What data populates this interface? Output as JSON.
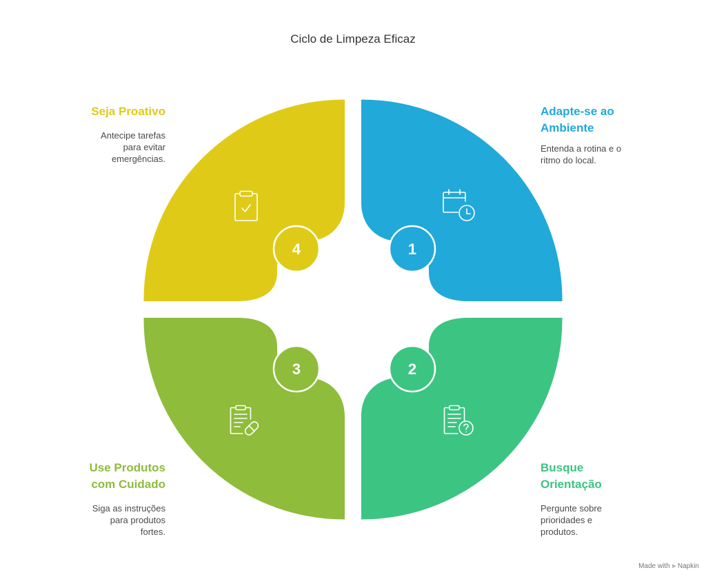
{
  "title": "Ciclo de Limpeza Eficaz",
  "steps": [
    {
      "number": "1",
      "heading": "Adapte-se ao Ambiente",
      "heading_lines": [
        "Adapte-se ao",
        "Ambiente"
      ],
      "description": "Entenda a rotina e o ritmo do local.",
      "description_lines": [
        "Entenda a rotina e o",
        "ritmo do local."
      ],
      "icon": "calendar-clock-icon",
      "color": "#21A9D9"
    },
    {
      "number": "2",
      "heading": "Busque Orientação",
      "heading_lines": [
        "Busque",
        "Orientação"
      ],
      "description": "Pergunte sobre prioridades e produtos.",
      "description_lines": [
        "Pergunte sobre",
        "prioridades e",
        "produtos."
      ],
      "icon": "clipboard-question-icon",
      "color": "#3CC483"
    },
    {
      "number": "3",
      "heading": "Use Produtos com Cuidado",
      "heading_lines": [
        "Use Produtos",
        "com Cuidado"
      ],
      "description": "Siga as instruções para produtos fortes.",
      "description_lines": [
        "Siga as instruções",
        "para produtos",
        "fortes."
      ],
      "icon": "clipboard-pill-icon",
      "color": "#8FBC3B"
    },
    {
      "number": "4",
      "heading": "Seja Proativo",
      "heading_lines": [
        "Seja Proativo"
      ],
      "description": "Antecipe tarefas para evitar emergências.",
      "description_lines": [
        "Antecipe tarefas",
        "para evitar",
        "emergências."
      ],
      "icon": "clipboard-check-icon",
      "color": "#DFCB17"
    }
  ],
  "footer": {
    "prefix": "Made with",
    "brand": "Napkin"
  }
}
